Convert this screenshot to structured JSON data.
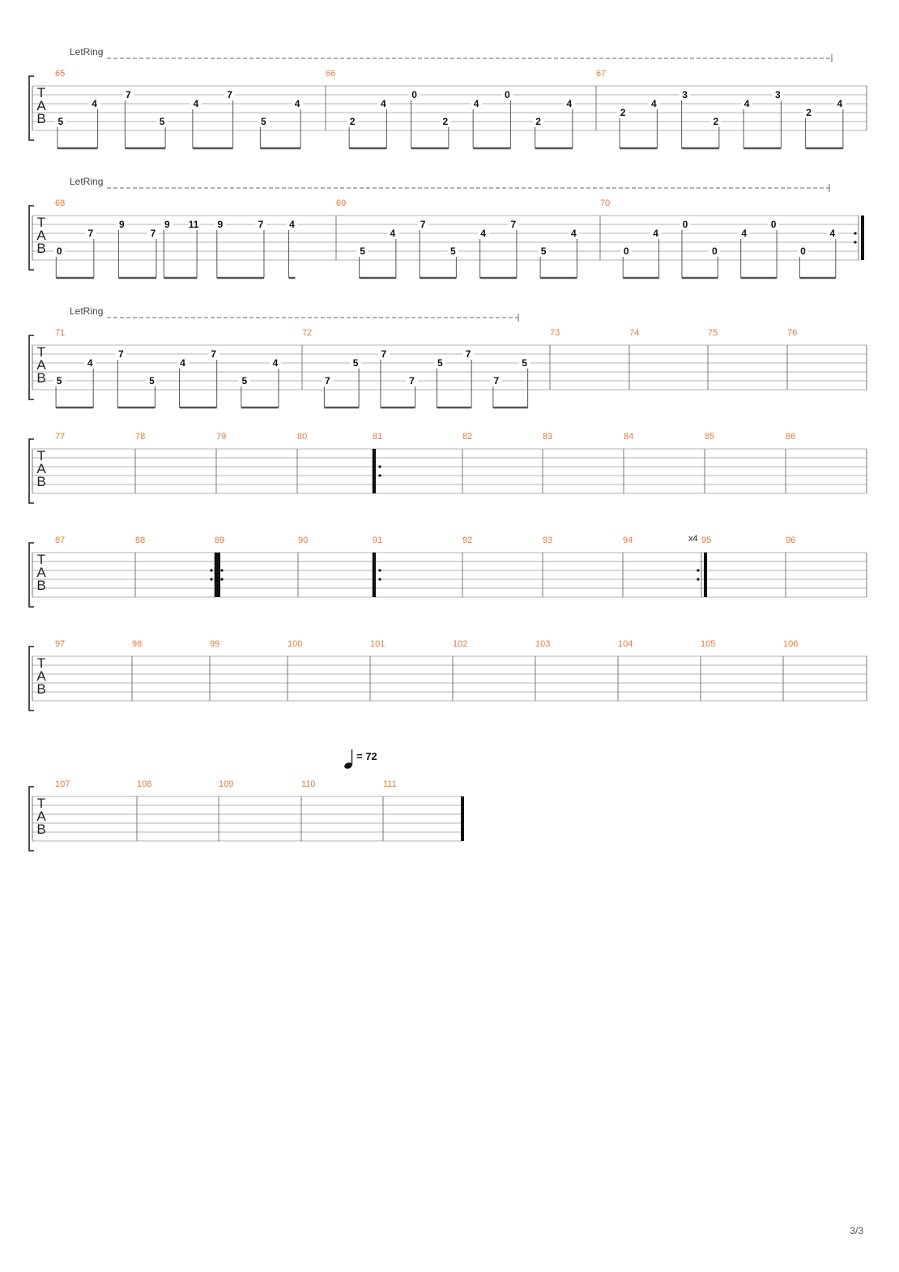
{
  "page": {
    "number": "3/3"
  },
  "colors": {
    "measure_number": "#e8783c",
    "ink": "#111111",
    "line": "#9a9a9a"
  },
  "let_ring_label": "LetRing",
  "tab_clef": [
    "T",
    "A",
    "B"
  ],
  "tempo": {
    "bpm": "72",
    "symbol": "quarter-note"
  },
  "systems": [
    {
      "let_ring": true,
      "measures": [
        {
          "number": "65",
          "notes": [
            [
              "5",
              "B"
            ],
            [
              "4",
              "A"
            ],
            [
              "7",
              "T"
            ],
            [
              "5",
              "B"
            ],
            [
              "4",
              "A"
            ],
            [
              "7",
              "T"
            ],
            [
              "5",
              "B"
            ],
            [
              "4",
              "A"
            ]
          ]
        },
        {
          "number": "66",
          "notes": [
            [
              "2",
              "B"
            ],
            [
              "4",
              "A"
            ],
            [
              "0",
              "T"
            ],
            [
              "2",
              "B"
            ],
            [
              "4",
              "A"
            ],
            [
              "0",
              "T"
            ],
            [
              "2",
              "B"
            ],
            [
              "4",
              "A"
            ]
          ]
        },
        {
          "number": "67",
          "notes": [
            [
              "2",
              "S4"
            ],
            [
              "4",
              "A"
            ],
            [
              "3",
              "S2"
            ],
            [
              "2",
              "B"
            ],
            [
              "4",
              "A"
            ],
            [
              "3",
              "S2"
            ],
            [
              "2",
              "S4"
            ],
            [
              "4",
              "A"
            ]
          ]
        }
      ]
    },
    {
      "let_ring": true,
      "measures": [
        {
          "number": "68",
          "notes": [
            [
              "0",
              "B"
            ],
            [
              "7",
              "A"
            ],
            [
              "9",
              "T"
            ],
            [
              "7",
              "A"
            ],
            [
              "9",
              "T"
            ],
            [
              "11",
              "T"
            ],
            [
              "9",
              "T"
            ],
            [
              "7",
              "T"
            ],
            [
              "4",
              "T"
            ]
          ]
        },
        {
          "number": "69",
          "notes": [
            [
              "5",
              "B"
            ],
            [
              "4",
              "A"
            ],
            [
              "7",
              "T"
            ],
            [
              "5",
              "B"
            ],
            [
              "4",
              "A"
            ],
            [
              "7",
              "T"
            ],
            [
              "5",
              "B"
            ],
            [
              "4",
              "A"
            ]
          ]
        },
        {
          "number": "70",
          "notes": [
            [
              "0",
              "B"
            ],
            [
              "4",
              "A"
            ],
            [
              "0",
              "T"
            ],
            [
              "0",
              "B"
            ],
            [
              "4",
              "A"
            ],
            [
              "0",
              "T"
            ],
            [
              "0",
              "B"
            ],
            [
              "4",
              "A"
            ]
          ]
        }
      ]
    },
    {
      "let_ring": true,
      "measures": [
        {
          "number": "71",
          "notes": [
            [
              "5",
              "B"
            ],
            [
              "4",
              "A"
            ],
            [
              "7",
              "T"
            ],
            [
              "5",
              "B"
            ],
            [
              "4",
              "A"
            ],
            [
              "7",
              "T"
            ],
            [
              "5",
              "B"
            ],
            [
              "4",
              "A"
            ]
          ]
        },
        {
          "number": "72",
          "notes": [
            [
              "7",
              "B"
            ],
            [
              "5",
              "A"
            ],
            [
              "7",
              "T"
            ],
            [
              "7",
              "B"
            ],
            [
              "5",
              "A"
            ],
            [
              "7",
              "T"
            ],
            [
              "7",
              "B"
            ],
            [
              "5",
              "A"
            ]
          ]
        },
        {
          "number": "73",
          "notes": []
        },
        {
          "number": "74",
          "notes": []
        },
        {
          "number": "75",
          "notes": []
        },
        {
          "number": "76",
          "notes": []
        }
      ]
    },
    {
      "let_ring": false,
      "measures": [
        {
          "number": "77"
        },
        {
          "number": "78"
        },
        {
          "number": "79"
        },
        {
          "number": "80"
        },
        {
          "number": "81"
        },
        {
          "number": "82"
        },
        {
          "number": "83"
        },
        {
          "number": "84"
        },
        {
          "number": "85"
        },
        {
          "number": "86"
        }
      ]
    },
    {
      "let_ring": false,
      "repeat_count": "x4",
      "measures": [
        {
          "number": "87"
        },
        {
          "number": "88"
        },
        {
          "number": "89"
        },
        {
          "number": "90"
        },
        {
          "number": "91"
        },
        {
          "number": "92"
        },
        {
          "number": "93"
        },
        {
          "number": "94"
        },
        {
          "number": "95"
        },
        {
          "number": "96"
        }
      ]
    },
    {
      "let_ring": false,
      "measures": [
        {
          "number": "97"
        },
        {
          "number": "98"
        },
        {
          "number": "99"
        },
        {
          "number": "100"
        },
        {
          "number": "101"
        },
        {
          "number": "102"
        },
        {
          "number": "103"
        },
        {
          "number": "104"
        },
        {
          "number": "105"
        },
        {
          "number": "106"
        }
      ]
    },
    {
      "let_ring": false,
      "measures": [
        {
          "number": "107"
        },
        {
          "number": "108"
        },
        {
          "number": "109"
        },
        {
          "number": "110"
        },
        {
          "number": "111"
        }
      ]
    }
  ]
}
